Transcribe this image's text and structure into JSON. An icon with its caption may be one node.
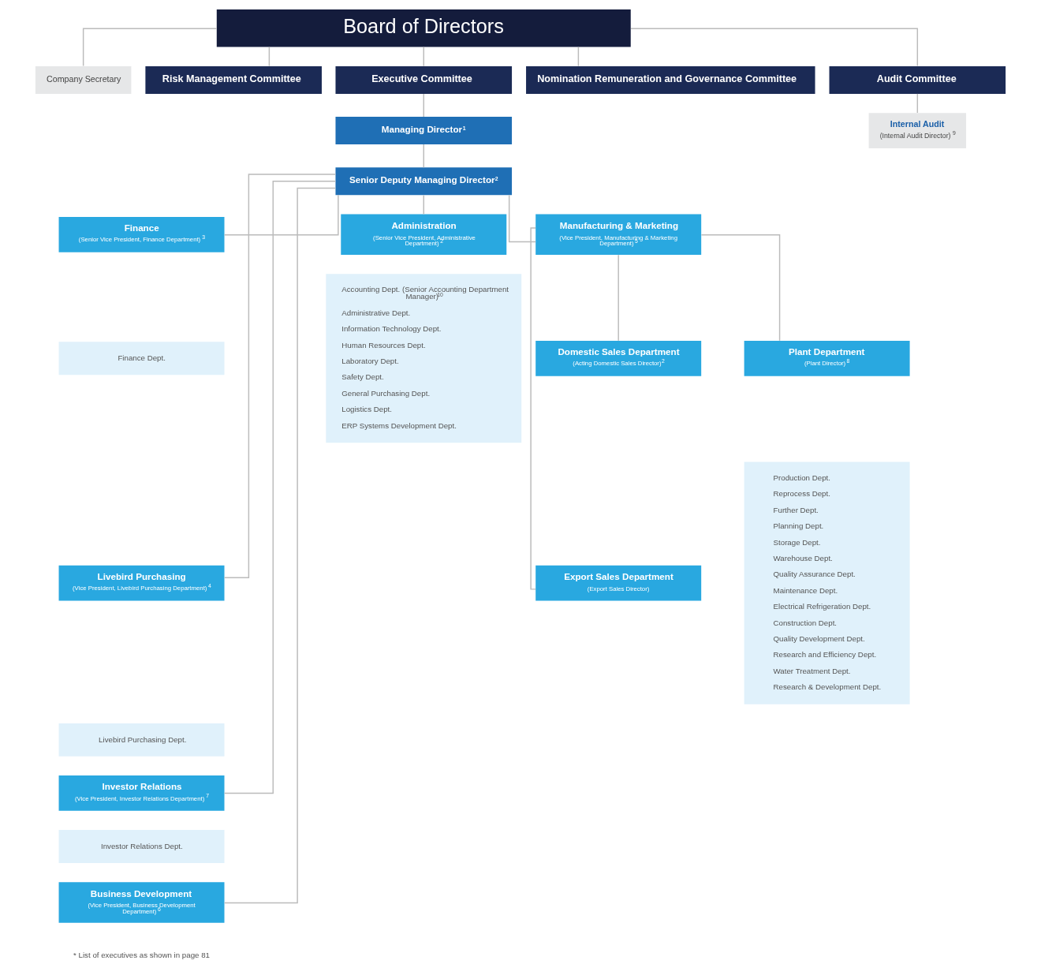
{
  "diagram": {
    "nodes": [
      {
        "text": [
          "Board of Directors"
        ]
      },
      {
        "text": [
          "Company Secretary"
        ]
      },
      {
        "text": [
          "Risk Management Committee"
        ]
      },
      {
        "text": [
          "Executive Committee"
        ]
      },
      {
        "text": [
          "Nomination Remuneration and Governance Committee"
        ]
      },
      {
        "text": [
          "Audit Committee"
        ]
      },
      {
        "text": [
          "Internal Audit",
          "(Internal Audit Director)$^{9}$"
        ]
      },
      {
        "text": [
          "Managing Director$^{1}$"
        ]
      },
      {
        "text": [
          "Senior Deputy Managing Director$^{2}$"
        ]
      },
      {
        "text": [
          "Finance",
          "(Senior Vice President, Finance Department)$^{3}$"
        ]
      },
      {
        "text": [
          "Finance Dept."
        ]
      },
      {
        "text": [
          "Livebird Purchasing",
          "(Vice President, Livebird Purchasing Department)$^{4}$"
        ]
      },
      {
        "text": [
          "Livebird Purchasing Dept."
        ]
      },
      {
        "text": [
          "Investor Relations",
          "(Vice President, Investor Relations Department)$^{7}$"
        ]
      },
      {
        "text": [
          "Investor Relations Dept."
        ]
      },
      {
        "text": [
          "Business Development",
          "(Vice President, Business Development Department)$^{6}$"
        ]
      },
      {
        "text": [
          "Administration",
          "(Senior Vice President, Administrative Department)$^{2}$"
        ]
      },
      {
        "text": [
          "Accounting Dept. (Senior Accounting Department Manager)$^{10}$",
          "Administrative Dept.",
          "Information Technology Dept.",
          "Human Resources Dept.",
          "Laboratory Dept.",
          "Safety Dept.",
          "General Purchasing Dept.",
          "Logistics Dept.",
          "ERP Systems Development Dept."
        ]
      },
      {
        "text": [
          "Manufacturing & Marketing",
          "(Vice President, Manufacturing & Marketing Department)$^{5}$"
        ]
      },
      {
        "text": [
          "Domestic Sales Department",
          "(Acting Domestic Sales Director)$^{2}$"
        ]
      },
      {
        "text": [
          "Export Sales Department",
          "(Export Sales Director)"
        ]
      },
      {
        "text": [
          "Plant Department",
          "(Plant Director)$^{8}$"
        ]
      },
      {
        "text": [
          "Production Dept.",
          "Reprocess Dept.",
          "Further Dept.",
          "Planning Dept.",
          "Storage Dept.",
          "Warehouse Dept.",
          "Quality Assurance Dept.",
          "Maintenance Dept.",
          "Electrical Refrigeration Dept.",
          "Construction Dept.",
          "Quality Development Dept.",
          "Research and Efficiency Dept.",
          "Water Treatment Dept.",
          "Research & Development Dept."
        ]
      }
    ],
    "edges": [
      {
        "from": 0,
        "to": 1,
        "arrow": "none"
      },
      {
        "from": 0,
        "to": 2,
        "arrow": "none"
      },
      {
        "from": 0,
        "to": 3,
        "arrow": "none"
      },
      {
        "from": 0,
        "to": 4,
        "arrow": "none"
      },
      {
        "from": 0,
        "to": 5,
        "arrow": "none"
      },
      {
        "from": 5,
        "to": 6,
        "arrow": "none"
      },
      {
        "from": 3,
        "to": 7,
        "arrow": "none"
      },
      {
        "from": 7,
        "to": 8,
        "arrow": "none"
      },
      {
        "from": 8,
        "to": 9,
        "arrow": "none"
      },
      {
        "from": 8,
        "to": 11,
        "arrow": "none"
      },
      {
        "from": 8,
        "to": 13,
        "arrow": "none"
      },
      {
        "from": 8,
        "to": 15,
        "arrow": "none"
      },
      {
        "from": 8,
        "to": 16,
        "arrow": "none"
      },
      {
        "from": 8,
        "to": 18,
        "arrow": "none"
      },
      {
        "from": 18,
        "to": 19,
        "arrow": "none"
      },
      {
        "from": 18,
        "to": 20,
        "arrow": "none"
      },
      {
        "from": 18,
        "to": 21,
        "arrow": "none"
      }
    ],
    "labels": [
      "* List of executives as shown in page 81"
    ]
  }
}
